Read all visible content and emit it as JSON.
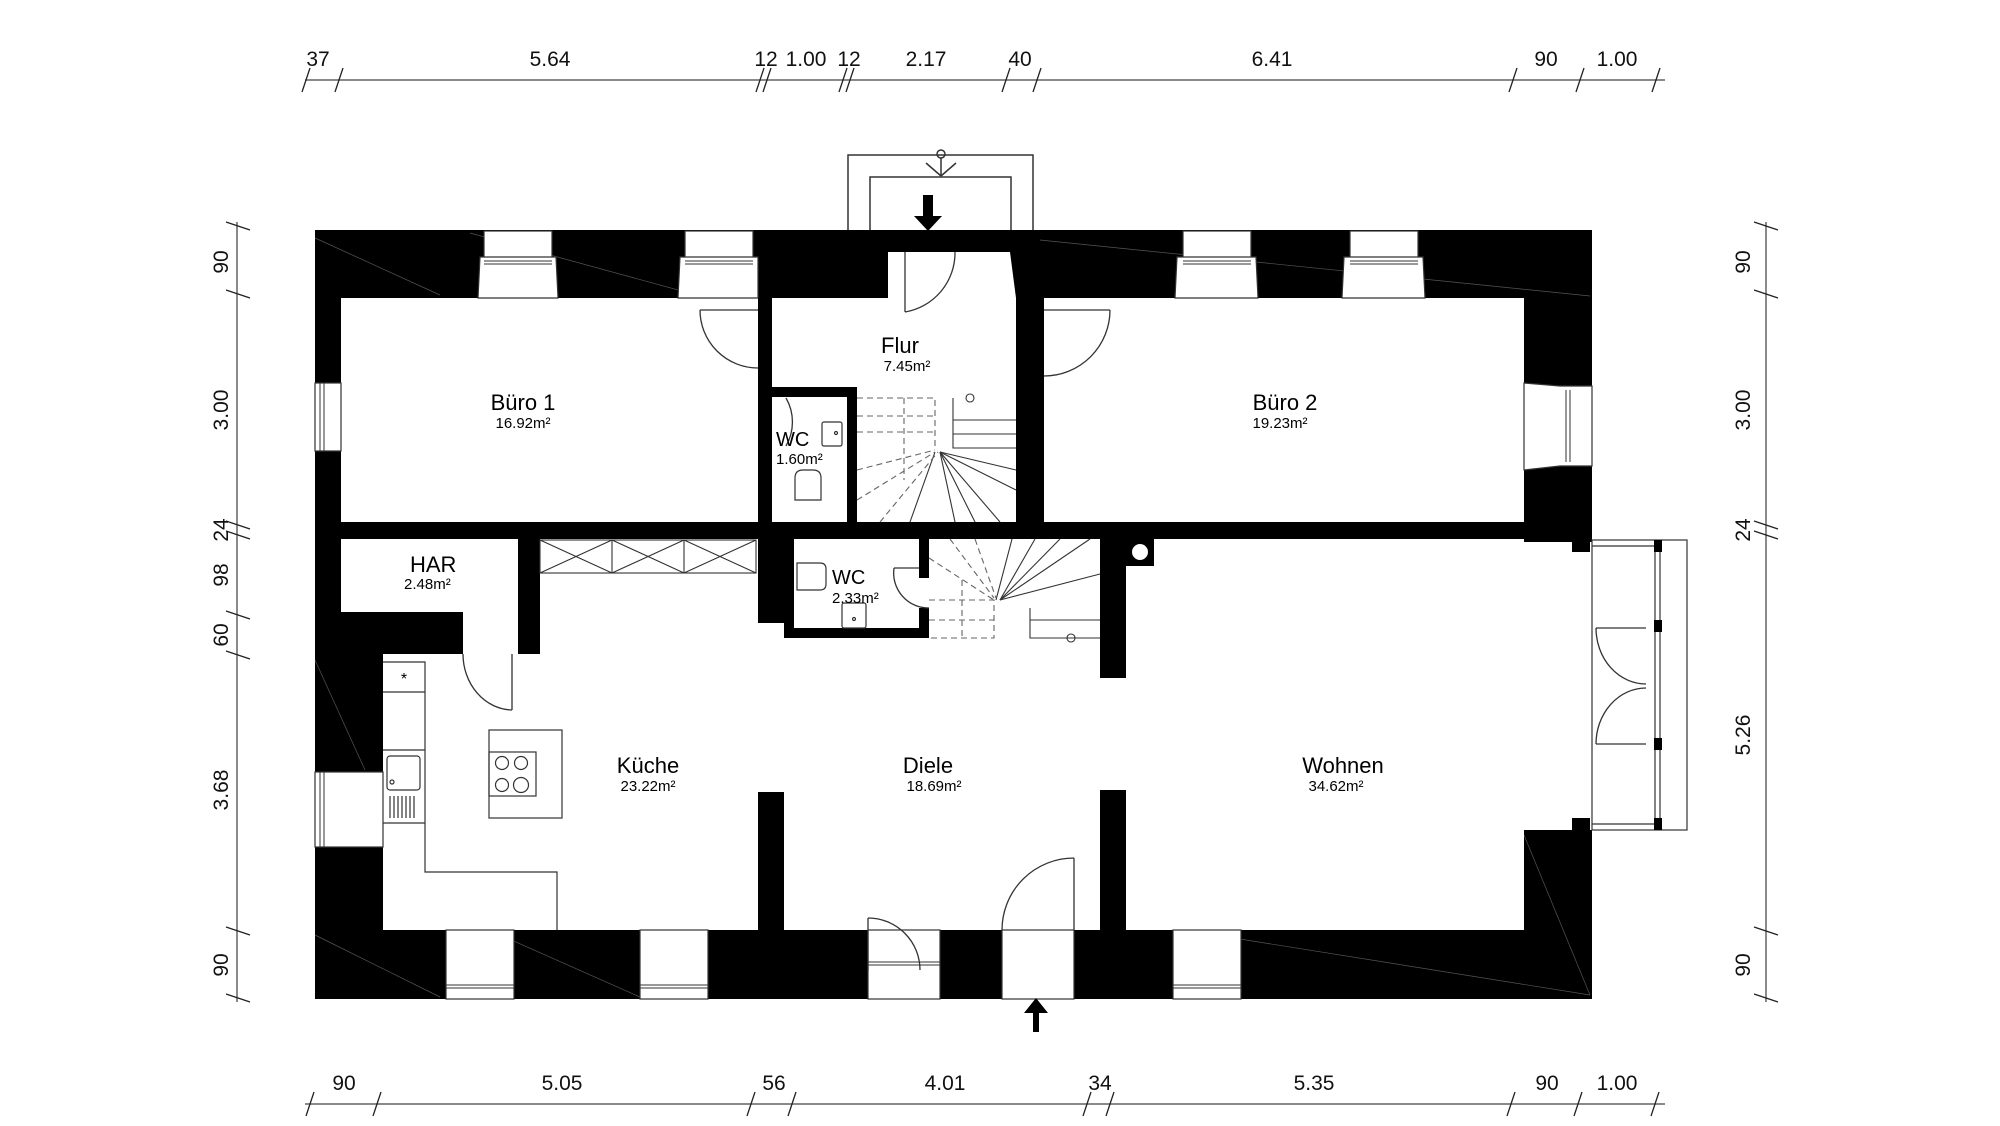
{
  "drawing": {
    "type": "floor-plan",
    "units_note": "meters / centimeters",
    "colors": {
      "wall": "#000000",
      "background": "#ffffff",
      "dimension_line": "#8a8a8a",
      "fixture_line": "#333333"
    }
  },
  "rooms": [
    {
      "id": "buero1",
      "name": "Büro 1",
      "area": "16.92m²"
    },
    {
      "id": "flur",
      "name": "Flur",
      "area": "7.45m²"
    },
    {
      "id": "wc1",
      "name": "WC",
      "area": "1.60m²"
    },
    {
      "id": "buero2",
      "name": "Büro 2",
      "area": "19.23m²"
    },
    {
      "id": "har",
      "name": "HAR",
      "area": "2.48m²"
    },
    {
      "id": "wc2",
      "name": "WC",
      "area": "2.33m²"
    },
    {
      "id": "kueche",
      "name": "Küche",
      "area": "23.22m²"
    },
    {
      "id": "diele",
      "name": "Diele",
      "area": "18.69m²"
    },
    {
      "id": "wohnen",
      "name": "Wohnen",
      "area": "34.62m²"
    }
  ],
  "dimensions": {
    "top": [
      "37",
      "5.64",
      "12",
      "1.00",
      "12",
      "2.17",
      "40",
      "6.41",
      "90",
      "1.00"
    ],
    "bottom": [
      "90",
      "5.05",
      "56",
      "4.01",
      "34",
      "5.35",
      "90",
      "1.00"
    ],
    "left": [
      "90",
      "3.00",
      "24",
      "98",
      "60",
      "3.68",
      "90"
    ],
    "right": [
      "90",
      "3.00",
      "24",
      "5.26",
      "90"
    ]
  },
  "symbols": {
    "entrance_top": "arrow-down-entrance",
    "entrance_bottom": "arrow-up-entrance",
    "kitchen_marker": "*"
  }
}
